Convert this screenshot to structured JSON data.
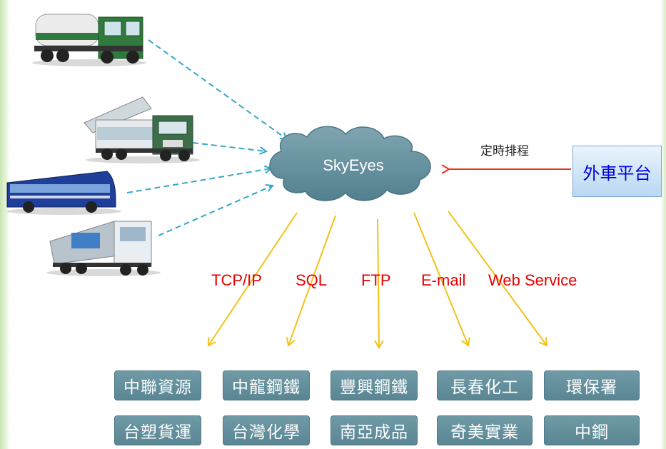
{
  "hub": {
    "label": "SkyEyes"
  },
  "schedule_label": "定時排程",
  "external_platform": {
    "label": "外車平台"
  },
  "protocols": [
    "TCP/IP",
    "SQL",
    "FTP",
    "E-mail",
    "Web Service"
  ],
  "vehicles": [
    "bulk-tanker-truck-icon",
    "wing-van-truck-icon",
    "coach-bus-icon",
    "dump-trailer-truck-icon"
  ],
  "targets": {
    "row1": [
      "中聯資源",
      "中龍鋼鐵",
      "豐興鋼鐵",
      "長春化工",
      "環保署"
    ],
    "row2": [
      "台塑貨運",
      "台灣化學",
      "南亞成品",
      "奇美實業",
      "中鋼"
    ]
  },
  "colors": {
    "cloud": "#5f8c99",
    "vehicle_link": "#34a7c8",
    "schedule_arrow": "#e8351a",
    "protocol_arrow": "#f2c218",
    "protocol_text": "#e60000",
    "target_box": "#5f8c99",
    "platform_text": "#0000e0"
  }
}
